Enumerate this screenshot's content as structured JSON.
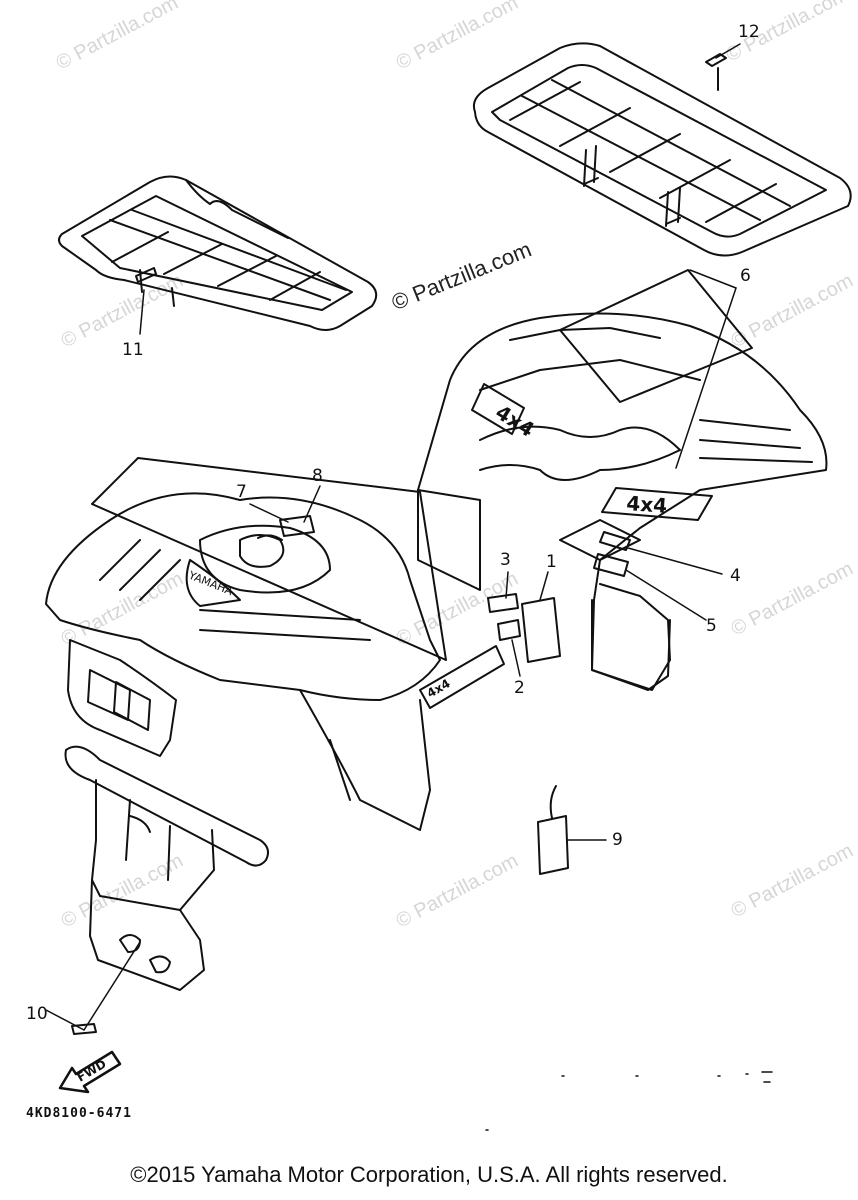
{
  "watermarks": [
    "© Partzilla.com",
    "© Partzilla.com",
    "© Partzilla.com",
    "© Partzilla.com",
    "© Partzilla.com",
    "© Partzilla.com",
    "© Partzilla.com",
    "© Partzilla.com",
    "© Partzilla.com",
    "© Partzilla.com",
    "© Partzilla.com"
  ],
  "main_watermark": "© Partzilla.com",
  "callouts": [
    "1",
    "2",
    "3",
    "4",
    "5",
    "6",
    "7",
    "8",
    "9",
    "10",
    "11",
    "12"
  ],
  "decal_text": {
    "four_by_four": "4x4",
    "yamaha": "YAMAHA",
    "fwd": "FWD"
  },
  "part_code": "4KD8100-6471",
  "copyright": "©2015 Yamaha Motor Corporation, U.S.A. All rights reserved."
}
